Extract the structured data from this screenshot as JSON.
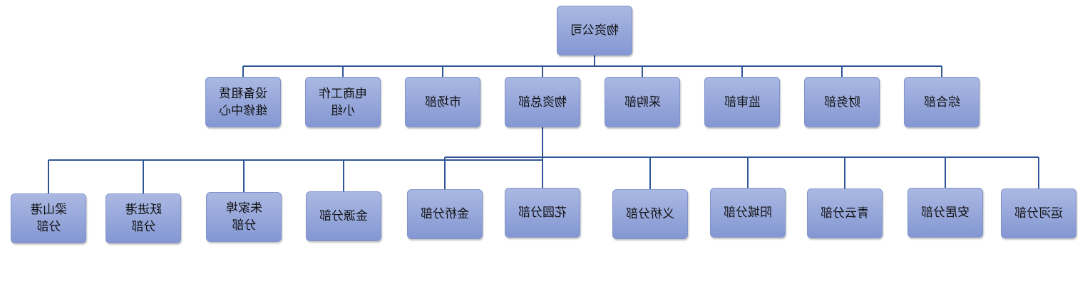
{
  "root": {
    "label": "物资公司"
  },
  "departments": [
    {
      "label": "设备租赁\n维修中心"
    },
    {
      "label": "电商工作\n小组"
    },
    {
      "label": "市场部"
    },
    {
      "label": "物资总部"
    },
    {
      "label": "采购部"
    },
    {
      "label": "监审部"
    },
    {
      "label": "财务部"
    },
    {
      "label": "综合部"
    }
  ],
  "branches": [
    {
      "label": "梁山港\n分部"
    },
    {
      "label": "跃进港\n分部"
    },
    {
      "label": "朱家埠\n分部"
    },
    {
      "label": "金源分部"
    },
    {
      "label": "金桥分部"
    },
    {
      "label": "花园分部"
    },
    {
      "label": "义桥分部"
    },
    {
      "label": "阳城分部"
    },
    {
      "label": "青云分部"
    },
    {
      "label": "安居分部"
    },
    {
      "label": "运河分部"
    }
  ],
  "colors": {
    "line": "#2f5597",
    "box_top": "#aab8e2",
    "box_bottom": "#8497d3"
  }
}
